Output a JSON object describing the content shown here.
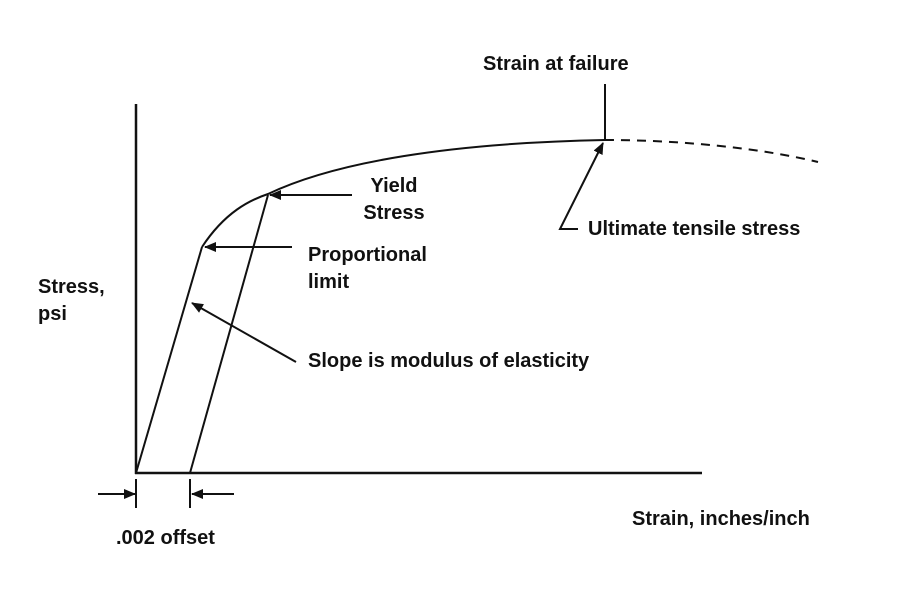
{
  "diagram": {
    "title": "",
    "labels": {
      "strain_at_failure": "Strain at failure",
      "yield_stress_line1": "Yield",
      "yield_stress_line2": "Stress",
      "ultimate_tensile_stress": "Ultimate tensile stress",
      "proportional_limit_line1": "Proportional",
      "proportional_limit_line2": "limit",
      "stress_axis_line1": "Stress,",
      "stress_axis_line2": "psi",
      "slope_modulus": "Slope is modulus of elasticity",
      "strain_axis": "Strain, inches/inch",
      "offset": ".002 offset"
    },
    "colors": {
      "ink": "#111111",
      "background": "#ffffff"
    }
  }
}
